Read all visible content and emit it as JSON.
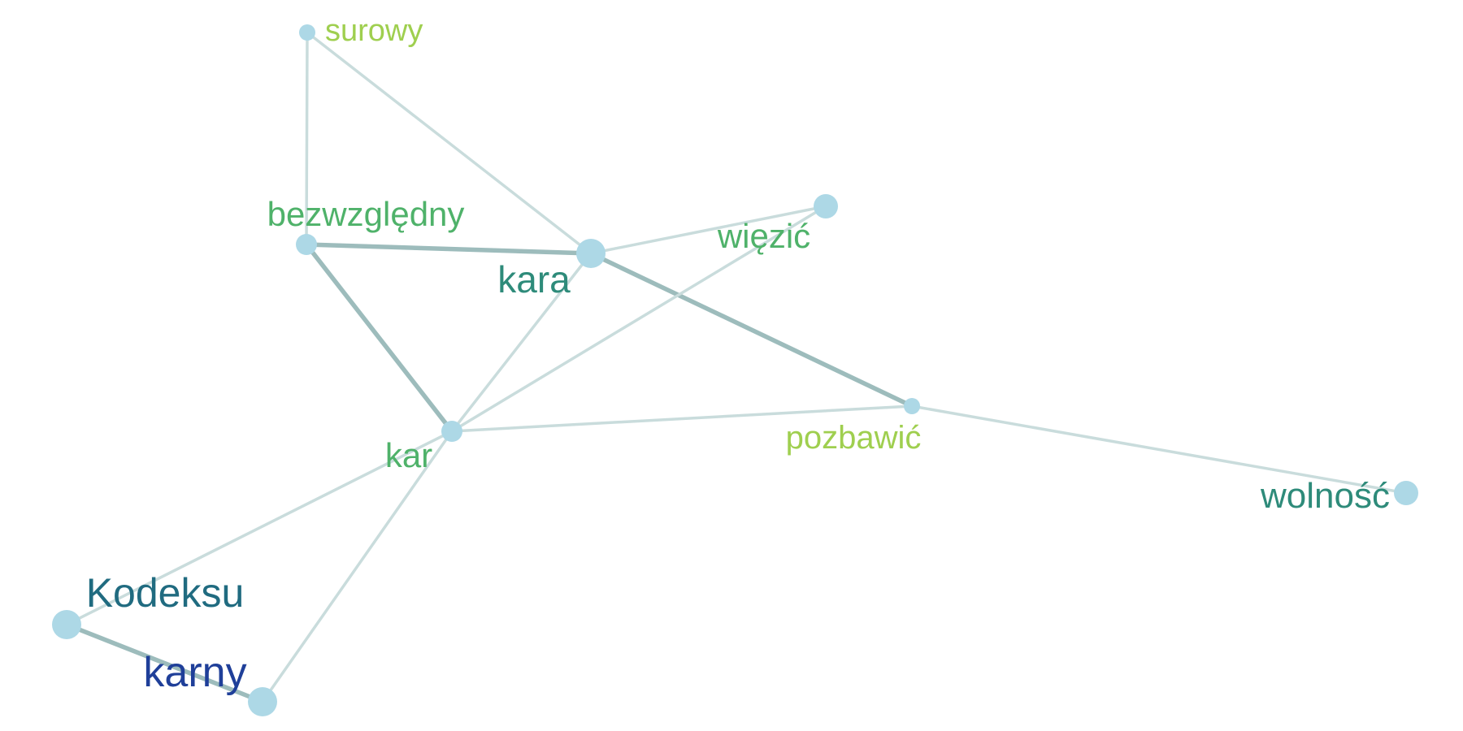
{
  "graph": {
    "colors": {
      "node": "#add8e6",
      "edge_light": "#c9dcdc",
      "edge_dark": "#9dbcbc",
      "label_dark_blue": "#1f3f99",
      "label_teal_blue": "#206b80",
      "label_teal": "#2e8b7a",
      "label_green": "#4fb26a",
      "label_yellow_green": "#9fcf4f"
    },
    "nodes": [
      {
        "id": "surowy",
        "label": "surowy",
        "label_color": "#9fcf4f",
        "size": 1
      },
      {
        "id": "bezwzgledny",
        "label": "bezwzględny",
        "label_color": "#4fb26a",
        "size": 2
      },
      {
        "id": "kara",
        "label": "kara",
        "label_color": "#2e8b7a",
        "size": 4
      },
      {
        "id": "wiezic",
        "label": "więzić",
        "label_color": "#4fb26a",
        "size": 3
      },
      {
        "id": "kar",
        "label": "kar",
        "label_color": "#4fb26a",
        "size": 2
      },
      {
        "id": "pozbawic",
        "label": "pozbawić",
        "label_color": "#9fcf4f",
        "size": 1
      },
      {
        "id": "wolnosc",
        "label": "wolność",
        "label_color": "#2e8b7a",
        "size": 3
      },
      {
        "id": "kodeksu",
        "label": "Kodeksu",
        "label_color": "#206b80",
        "size": 4
      },
      {
        "id": "karny",
        "label": "karny",
        "label_color": "#1f3f99",
        "size": 4
      }
    ],
    "edges": [
      {
        "source": "surowy",
        "target": "bezwzgledny",
        "weight": 1
      },
      {
        "source": "surowy",
        "target": "kara",
        "weight": 1
      },
      {
        "source": "bezwzgledny",
        "target": "kara",
        "weight": 3
      },
      {
        "source": "bezwzgledny",
        "target": "kar",
        "weight": 3
      },
      {
        "source": "kara",
        "target": "wiezic",
        "weight": 1
      },
      {
        "source": "kara",
        "target": "pozbawic",
        "weight": 3
      },
      {
        "source": "kara",
        "target": "kar",
        "weight": 1
      },
      {
        "source": "wiezic",
        "target": "kar",
        "weight": 1
      },
      {
        "source": "kar",
        "target": "pozbawic",
        "weight": 1
      },
      {
        "source": "pozbawic",
        "target": "wolnosc",
        "weight": 1
      },
      {
        "source": "kar",
        "target": "kodeksu",
        "weight": 1
      },
      {
        "source": "kar",
        "target": "karny",
        "weight": 1
      },
      {
        "source": "kodeksu",
        "target": "karny",
        "weight": 3
      }
    ]
  }
}
